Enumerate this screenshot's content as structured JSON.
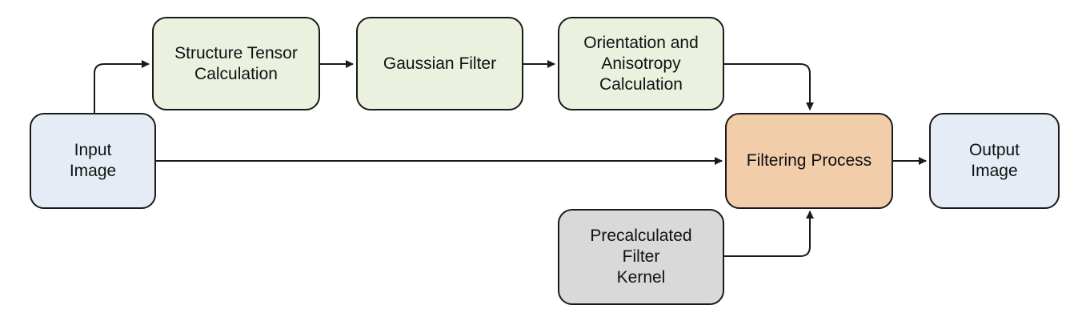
{
  "colors": {
    "process_fill": "#ebf1df",
    "io_fill": "#e6ecf6",
    "filter_fill": "#f1cda9",
    "kernel_fill": "#d9d9d9",
    "stroke": "#1a1a1a"
  },
  "nodes": {
    "input_image": {
      "label": "Input\nImage"
    },
    "structure_tensor": {
      "label": "Structure Tensor\nCalculation"
    },
    "gaussian_filter": {
      "label": "Gaussian Filter"
    },
    "orientation": {
      "label": "Orientation and\nAnisotropy\nCalculation"
    },
    "filtering_process": {
      "label": "Filtering Process"
    },
    "output_image": {
      "label": "Output\nImage"
    },
    "precalculated_kernel": {
      "label": "Precalculated\nFilter\nKernel"
    }
  }
}
